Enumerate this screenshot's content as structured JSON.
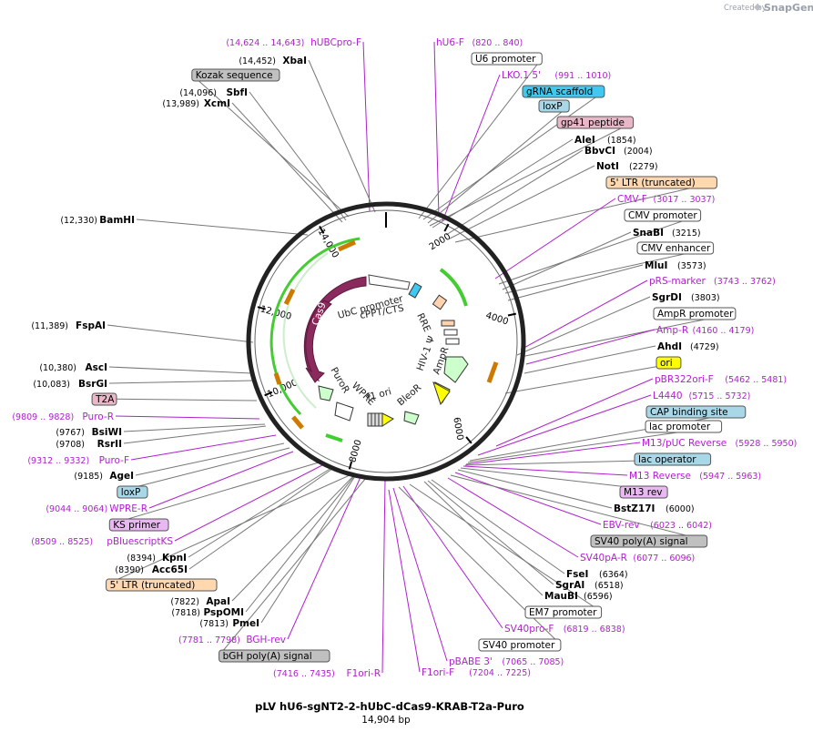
{
  "brand": {
    "created_by": "Created by",
    "name": "SnapGene"
  },
  "plasmid": {
    "name": "pLV hU6-sgNT2-2-hUbC-dCas9-KRAB-T2a-Puro",
    "size_label": "14,904 bp"
  },
  "ticks": [
    "2000",
    "4000",
    "6000",
    "8000",
    "10,000",
    "12,000",
    "14,000"
  ],
  "features": [
    {
      "name": "Cas9",
      "color": "#8b2a5c"
    },
    {
      "name": "UbC promoter",
      "color": "#ffffff"
    },
    {
      "name": "cPPT/CTS",
      "color": "#ffffff"
    },
    {
      "name": "RRE",
      "color": "#ffd3b0"
    },
    {
      "name": "HIV-1 Ψ",
      "color": "#ffffff"
    },
    {
      "name": "AmpR",
      "color": "#ccffcc"
    },
    {
      "name": "ori",
      "color": "#ffff00"
    },
    {
      "name": "BleoR",
      "color": "#ccffcc"
    },
    {
      "name": "f1 ori",
      "color": "#ffff00"
    },
    {
      "name": "WPRE",
      "color": "#ffffff"
    },
    {
      "name": "PuroR",
      "color": "#ccffcc"
    }
  ],
  "labels_left": [
    {
      "type": "primer",
      "name": "hUBCpro-F",
      "pos": "(14,624 .. 14,643)"
    },
    {
      "type": "enzyme",
      "name": "XbaI",
      "pos": "(14,452)"
    },
    {
      "type": "box",
      "name": "Kozak sequence",
      "color": "#c0c0c0"
    },
    {
      "type": "enzyme",
      "name": "SbfI",
      "pos": "(14,096)"
    },
    {
      "type": "enzyme",
      "name": "XcmI",
      "pos": "(13,989)"
    },
    {
      "type": "enzyme",
      "name": "BamHI",
      "pos": "(12,330)"
    },
    {
      "type": "enzyme",
      "name": "FspAI",
      "pos": "(11,389)"
    },
    {
      "type": "enzyme",
      "name": "AscI",
      "pos": "(10,380)"
    },
    {
      "type": "enzyme",
      "name": "BsrGI",
      "pos": "(10,083)"
    },
    {
      "type": "box",
      "name": "T2A",
      "color": "#e8b8c8"
    },
    {
      "type": "primer",
      "name": "Puro-R",
      "pos": "(9809 .. 9828)"
    },
    {
      "type": "enzyme",
      "name": "BsiWI",
      "pos": "(9767)"
    },
    {
      "type": "enzyme",
      "name": "RsrII",
      "pos": "(9708)"
    },
    {
      "type": "primer",
      "name": "Puro-F",
      "pos": "(9312 .. 9332)"
    },
    {
      "type": "enzyme",
      "name": "AgeI",
      "pos": "(9185)"
    },
    {
      "type": "box",
      "name": "loxP",
      "color": "#a8d8e8"
    },
    {
      "type": "primer",
      "name": "WPRE-R",
      "pos": "(9044 .. 9064)"
    },
    {
      "type": "box",
      "name": "KS primer",
      "color": "#e8b8f0"
    },
    {
      "type": "primer",
      "name": "pBluescriptKS",
      "pos": "(8509 .. 8525)"
    },
    {
      "type": "enzyme",
      "name": "KpnI",
      "pos": "(8394)"
    },
    {
      "type": "enzyme",
      "name": "Acc65I",
      "pos": "(8390)"
    },
    {
      "type": "box",
      "name": "5' LTR (truncated)",
      "color": "#ffd8b0"
    },
    {
      "type": "enzyme",
      "name": "ApaI",
      "pos": "(7822)"
    },
    {
      "type": "enzyme",
      "name": "PspOMI",
      "pos": "(7818)"
    },
    {
      "type": "enzyme",
      "name": "PmeI",
      "pos": "(7813)"
    },
    {
      "type": "primer",
      "name": "BGH-rev",
      "pos": "(7781 .. 7798)"
    },
    {
      "type": "box",
      "name": "bGH poly(A) signal",
      "color": "#c0c0c0"
    },
    {
      "type": "primer",
      "name": "F1ori-R",
      "pos": "(7416 .. 7435)"
    }
  ],
  "labels_right": [
    {
      "type": "primer",
      "name": "hU6-F",
      "pos": "(820 .. 840)"
    },
    {
      "type": "box",
      "name": "U6 promoter",
      "color": "#ffffff"
    },
    {
      "type": "primer",
      "name": "LKO.1 5'",
      "pos": "(991 .. 1010)"
    },
    {
      "type": "box",
      "name": "gRNA scaffold",
      "color": "#40c8f0"
    },
    {
      "type": "box",
      "name": "loxP",
      "color": "#a8d8e8"
    },
    {
      "type": "box",
      "name": "gp41 peptide",
      "color": "#e8b8c8"
    },
    {
      "type": "enzyme",
      "name": "AleI",
      "pos": "(1854)"
    },
    {
      "type": "enzyme",
      "name": "BbvCI",
      "pos": "(2004)"
    },
    {
      "type": "enzyme",
      "name": "NotI",
      "pos": "(2279)"
    },
    {
      "type": "box",
      "name": "5' LTR (truncated)",
      "color": "#ffd8b0"
    },
    {
      "type": "primer",
      "name": "CMV-F",
      "pos": "(3017 .. 3037)"
    },
    {
      "type": "box",
      "name": "CMV promoter",
      "color": "#ffffff"
    },
    {
      "type": "enzyme",
      "name": "SnaBI",
      "pos": "(3215)"
    },
    {
      "type": "box",
      "name": "CMV enhancer",
      "color": "#ffffff"
    },
    {
      "type": "enzyme",
      "name": "MluI",
      "pos": "(3573)"
    },
    {
      "type": "primer",
      "name": "pRS-marker",
      "pos": "(3743 .. 3762)"
    },
    {
      "type": "enzyme",
      "name": "SgrDI",
      "pos": "(3803)"
    },
    {
      "type": "box",
      "name": "AmpR promoter",
      "color": "#ffffff"
    },
    {
      "type": "primer",
      "name": "Amp-R",
      "pos": "(4160 .. 4179)"
    },
    {
      "type": "enzyme",
      "name": "AhdI",
      "pos": "(4729)"
    },
    {
      "type": "box",
      "name": "ori",
      "color": "#ffff00"
    },
    {
      "type": "primer",
      "name": "pBR322ori-F",
      "pos": "(5462 .. 5481)"
    },
    {
      "type": "primer",
      "name": "L4440",
      "pos": "(5715 .. 5732)"
    },
    {
      "type": "box",
      "name": "CAP binding site",
      "color": "#a8d8e8"
    },
    {
      "type": "box",
      "name": "lac promoter",
      "color": "#ffffff"
    },
    {
      "type": "primer",
      "name": "M13/pUC Reverse",
      "pos": "(5928 .. 5950)"
    },
    {
      "type": "box",
      "name": "lac operator",
      "color": "#a8d8e8"
    },
    {
      "type": "primer",
      "name": "M13 Reverse",
      "pos": "(5947 .. 5963)"
    },
    {
      "type": "box",
      "name": "M13 rev",
      "color": "#e8b8f0"
    },
    {
      "type": "enzyme",
      "name": "BstZ17I",
      "pos": "(6000)"
    },
    {
      "type": "primer",
      "name": "EBV-rev",
      "pos": "(6023 .. 6042)"
    },
    {
      "type": "box",
      "name": "SV40 poly(A) signal",
      "color": "#c0c0c0"
    },
    {
      "type": "primer",
      "name": "SV40pA-R",
      "pos": "(6077 .. 6096)"
    },
    {
      "type": "enzyme",
      "name": "FseI",
      "pos": "(6364)"
    },
    {
      "type": "enzyme",
      "name": "SgrAI",
      "pos": "(6518)"
    },
    {
      "type": "enzyme",
      "name": "MauBI",
      "pos": "(6596)"
    },
    {
      "type": "box",
      "name": "EM7 promoter",
      "color": "#ffffff"
    },
    {
      "type": "primer",
      "name": "SV40pro-F",
      "pos": "(6819 .. 6838)"
    },
    {
      "type": "box",
      "name": "SV40 promoter",
      "color": "#ffffff"
    },
    {
      "type": "primer",
      "name": "pBABE 3'",
      "pos": "(7065 .. 7085)"
    },
    {
      "type": "primer",
      "name": "F1ori-F",
      "pos": "(7204 .. 7225)"
    }
  ]
}
